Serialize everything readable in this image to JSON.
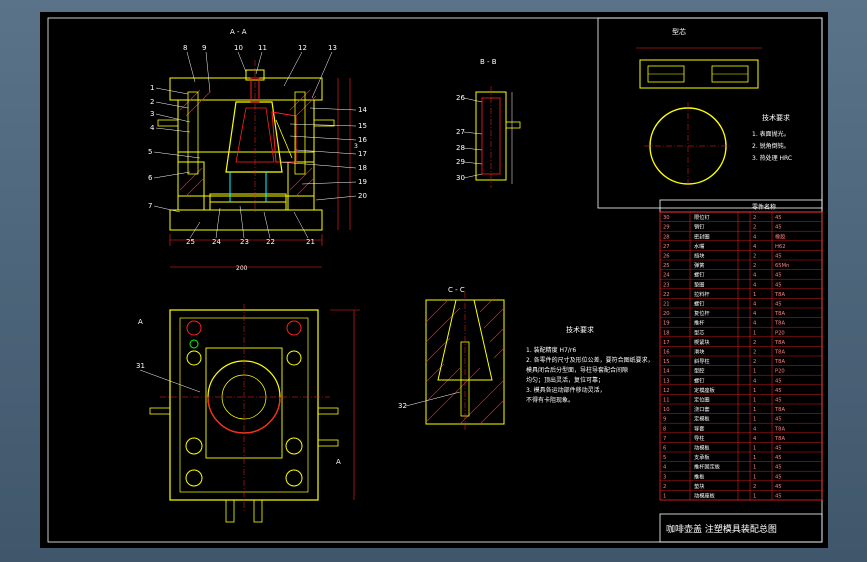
{
  "drawing": {
    "title_block_title": "咖啡壶盖 注塑模具装配总图",
    "sections": {
      "a_a": "A - A",
      "b_b": "B - B",
      "c_c": "C - C",
      "a_marker": "A"
    },
    "top_callouts": [
      "8",
      "9",
      "10",
      "11",
      "12",
      "13"
    ],
    "left_callouts": [
      "1",
      "2",
      "3",
      "4",
      "5",
      "6",
      "7"
    ],
    "right_callouts": [
      "14",
      "15",
      "16",
      "17",
      "18",
      "19",
      "20"
    ],
    "bottom_callouts": [
      "25",
      "24",
      "23",
      "22",
      "21"
    ],
    "bb_callouts": [
      "26",
      "27",
      "28",
      "29",
      "30"
    ],
    "plan_callout": "31",
    "cc_callout": "32",
    "dim_width": "200",
    "dim_height": "3",
    "tech_req_title": "技术要求",
    "tech_req_lines": [
      "1. 装配精度  H7/r6",
      "2. 各零件的尺寸及形位公差，要符合图纸要求，",
      "   模具闭合后分型面，导柱导套配合间隙",
      "   均匀；顶出灵活，复位可靠；",
      "3. 模具各运动部件移动灵活，",
      "   不得有卡阻现象。"
    ],
    "part_tech_title": "技术要求",
    "part_tech_lines": [
      "1. 表面抛光。",
      "2. 锐角倒钝。",
      "3. 热处理 HRC"
    ],
    "part_label": "型芯"
  },
  "bom": {
    "header_label": "零件名称",
    "rows": [
      {
        "no": "1",
        "name": "动模座板",
        "qty": "1",
        "mat": "45"
      },
      {
        "no": "2",
        "name": "垫块",
        "qty": "2",
        "mat": "45"
      },
      {
        "no": "3",
        "name": "推板",
        "qty": "1",
        "mat": "45"
      },
      {
        "no": "4",
        "name": "推杆固定板",
        "qty": "1",
        "mat": "45"
      },
      {
        "no": "5",
        "name": "支承板",
        "qty": "1",
        "mat": "45"
      },
      {
        "no": "6",
        "name": "动模板",
        "qty": "1",
        "mat": "45"
      },
      {
        "no": "7",
        "name": "导柱",
        "qty": "4",
        "mat": "T8A"
      },
      {
        "no": "8",
        "name": "导套",
        "qty": "4",
        "mat": "T8A"
      },
      {
        "no": "9",
        "name": "定模板",
        "qty": "1",
        "mat": "45"
      },
      {
        "no": "10",
        "name": "浇口套",
        "qty": "1",
        "mat": "T8A"
      },
      {
        "no": "11",
        "name": "定位圈",
        "qty": "1",
        "mat": "45"
      },
      {
        "no": "12",
        "name": "定模座板",
        "qty": "1",
        "mat": "45"
      },
      {
        "no": "13",
        "name": "螺钉",
        "qty": "4",
        "mat": "45"
      },
      {
        "no": "14",
        "name": "型腔",
        "qty": "1",
        "mat": "P20"
      },
      {
        "no": "15",
        "name": "斜导柱",
        "qty": "2",
        "mat": "T8A"
      },
      {
        "no": "16",
        "name": "滑块",
        "qty": "2",
        "mat": "T8A"
      },
      {
        "no": "17",
        "name": "楔紧块",
        "qty": "2",
        "mat": "T8A"
      },
      {
        "no": "18",
        "name": "型芯",
        "qty": "1",
        "mat": "P20"
      },
      {
        "no": "19",
        "name": "推杆",
        "qty": "4",
        "mat": "T8A"
      },
      {
        "no": "20",
        "name": "复位杆",
        "qty": "4",
        "mat": "T8A"
      },
      {
        "no": "21",
        "name": "螺钉",
        "qty": "4",
        "mat": "45"
      },
      {
        "no": "22",
        "name": "拉料杆",
        "qty": "1",
        "mat": "T8A"
      },
      {
        "no": "23",
        "name": "垫圈",
        "qty": "4",
        "mat": "45"
      },
      {
        "no": "24",
        "name": "螺钉",
        "qty": "4",
        "mat": "45"
      },
      {
        "no": "25",
        "name": "弹簧",
        "qty": "2",
        "mat": "65Mn"
      },
      {
        "no": "26",
        "name": "挡块",
        "qty": "2",
        "mat": "45"
      },
      {
        "no": "27",
        "name": "水嘴",
        "qty": "4",
        "mat": "H62"
      },
      {
        "no": "28",
        "name": "密封圈",
        "qty": "4",
        "mat": "橡胶"
      },
      {
        "no": "29",
        "name": "销钉",
        "qty": "2",
        "mat": "45"
      },
      {
        "no": "30",
        "name": "限位钉",
        "qty": "2",
        "mat": "45"
      }
    ]
  },
  "colors": {
    "outline": "#ffff00",
    "red": "#ff2020",
    "cyan": "#00ffff",
    "magenta": "#ff00ff",
    "green": "#00ff00",
    "white": "#ffffff",
    "frame": "#ffffff"
  }
}
